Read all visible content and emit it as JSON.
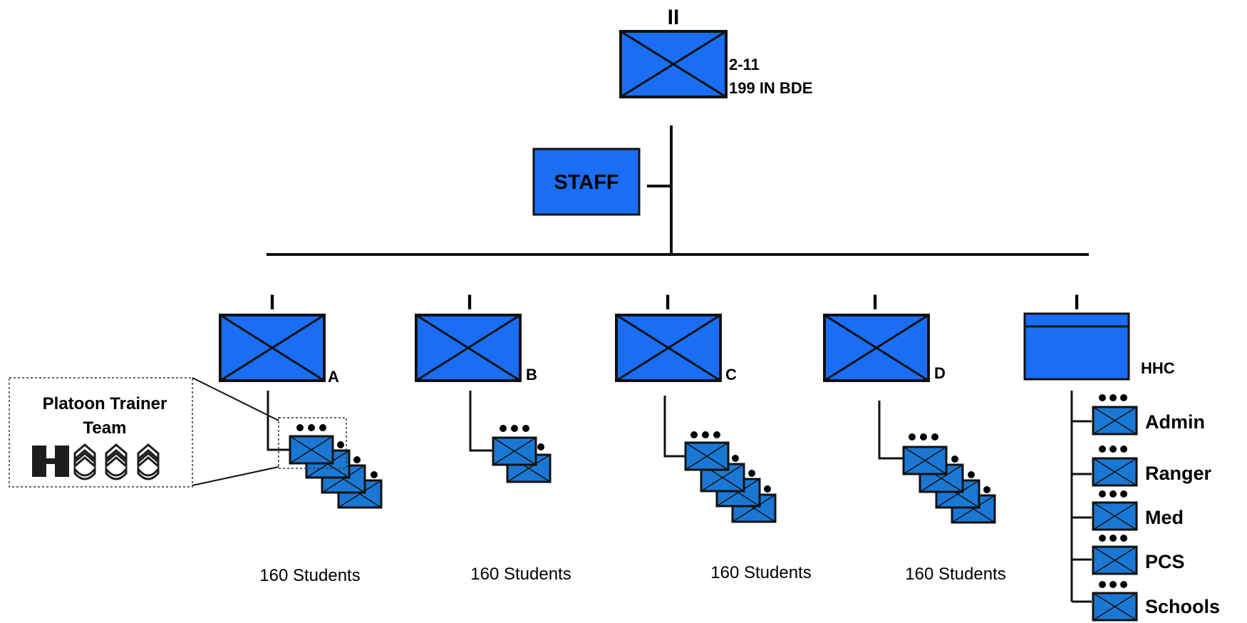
{
  "battalion": {
    "echelon": "II",
    "unit_line1": "2-11",
    "unit_line2": "199 IN BDE"
  },
  "staff": {
    "label": "STAFF"
  },
  "companies": [
    {
      "echelon": "I",
      "label": "A",
      "students": "160 Students"
    },
    {
      "echelon": "I",
      "label": "B",
      "students": "160 Students"
    },
    {
      "echelon": "I",
      "label": "C",
      "students": "160 Students"
    },
    {
      "echelon": "I",
      "label": "D",
      "students": "160 Students"
    }
  ],
  "hhc": {
    "echelon": "I",
    "label": "HHC",
    "sections": [
      "Admin",
      "Ranger",
      "Med",
      "PCS",
      "Schools"
    ]
  },
  "callout": {
    "title_line1": "Platoon Trainer",
    "title_line2": "Team",
    "insignia": [
      "captain-rank-icon",
      "staff-sergeant-rank-icon",
      "staff-sergeant-rank-icon",
      "staff-sergeant-rank-icon"
    ]
  },
  "colors": {
    "unit_fill": "#1a6ef5",
    "platoon_fill": "#1a78d4",
    "line": "#111111"
  }
}
